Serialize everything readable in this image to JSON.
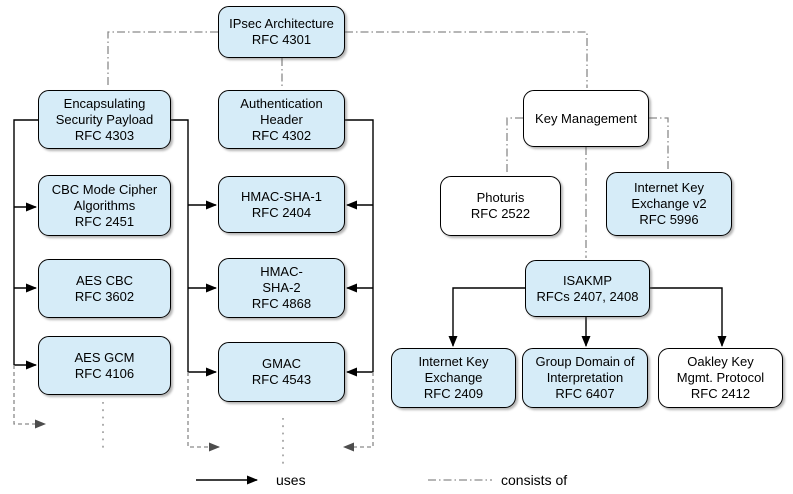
{
  "diagram": {
    "nodes": {
      "ipsec": {
        "text": "IPsec Architecture\nRFC 4301"
      },
      "esp": {
        "text": "Encapsulating\nSecurity Payload\nRFC 4303"
      },
      "ah": {
        "text": "Authentication\nHeader\nRFC 4302"
      },
      "cbc": {
        "text": "CBC Mode Cipher\nAlgorithms\nRFC 2451"
      },
      "hmacsha1": {
        "text": "HMAC-SHA-1\nRFC 2404"
      },
      "aescbc": {
        "text": "AES CBC\nRFC 3602"
      },
      "hmacsha2": {
        "text": "HMAC-\nSHA-2\nRFC 4868"
      },
      "aesgcm": {
        "text": "AES GCM\nRFC 4106"
      },
      "gmac": {
        "text": "GMAC\nRFC 4543"
      },
      "keymgmt": {
        "text": "Key Management"
      },
      "photuris": {
        "text": "Photuris\nRFC 2522"
      },
      "ikev2": {
        "text": "Internet Key\nExchange v2\nRFC 5996"
      },
      "isakmp": {
        "text": "ISAKMP\nRFCs 2407, 2408"
      },
      "ike": {
        "text": "Internet Key\nExchange\nRFC 2409"
      },
      "gdoi": {
        "text": "Group Domain of\nInterpretation\nRFC 6407"
      },
      "oakley": {
        "text": "Oakley Key\nMgmt. Protocol\nRFC 2412"
      }
    },
    "legend": {
      "uses": "uses",
      "consists_of": "consists of"
    },
    "colors": {
      "node_fill_blue": "#d6ecf8",
      "node_fill_white": "#ffffff",
      "node_border": "#000000",
      "uses_line": "#000000",
      "consists_of_line": "#8a8a8a",
      "continuation_line": "#8a8a8a"
    }
  }
}
